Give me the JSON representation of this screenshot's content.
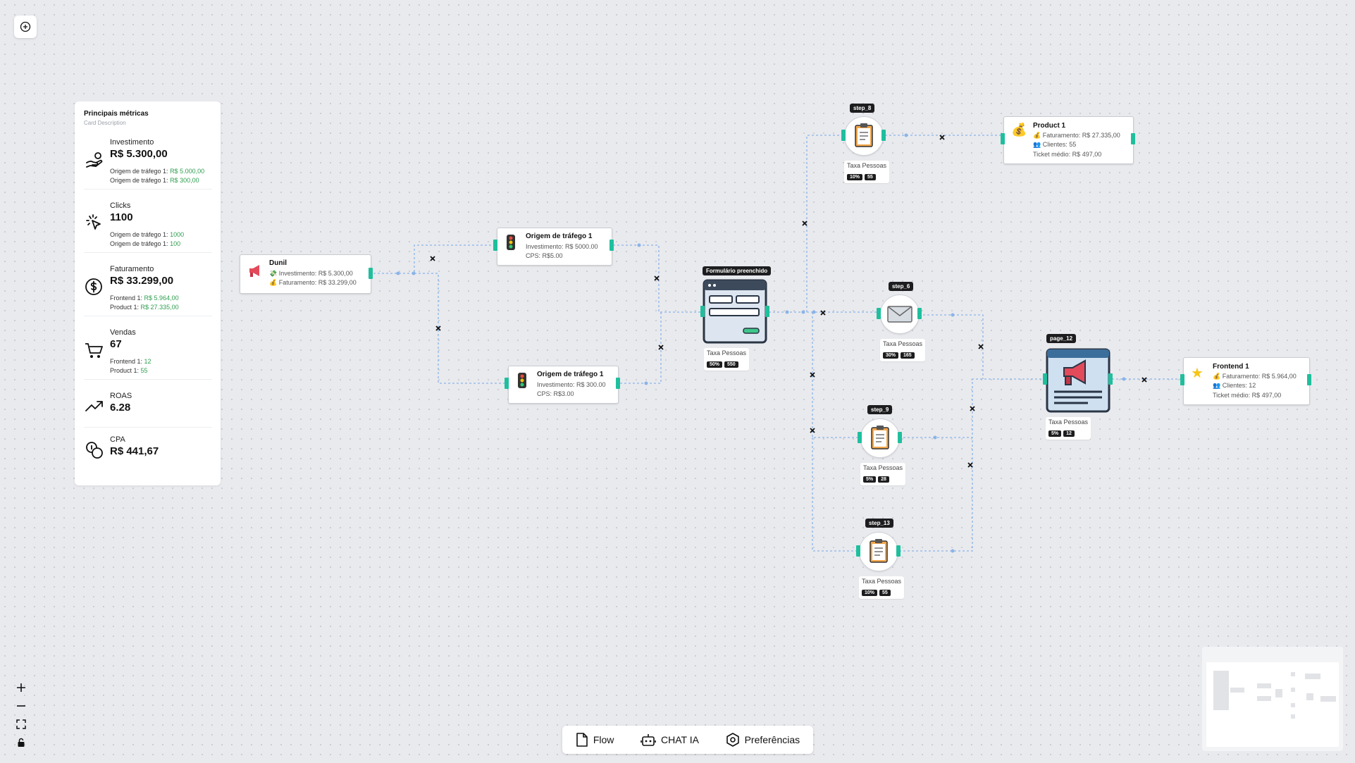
{
  "metrics": {
    "title": "Principais métricas",
    "description": "Card Description",
    "items": [
      {
        "label": "Investimento",
        "value": "R$ 5.300,00",
        "subs": [
          {
            "name": "Origem de tráfego 1:",
            "val": "R$ 5.000,00"
          },
          {
            "name": "Origem de tráfego 1:",
            "val": "R$ 300,00"
          }
        ]
      },
      {
        "label": "Clicks",
        "value": "1100",
        "subs": [
          {
            "name": "Origem de tráfego 1:",
            "val": "1000"
          },
          {
            "name": "Origem de tráfego 1:",
            "val": "100"
          }
        ]
      },
      {
        "label": "Faturamento",
        "value": "R$ 33.299,00",
        "subs": [
          {
            "name": "Frontend 1:",
            "val": "R$ 5.964,00"
          },
          {
            "name": "Product 1:",
            "val": "R$ 27.335,00"
          }
        ]
      },
      {
        "label": "Vendas",
        "value": "67",
        "subs": [
          {
            "name": "Frontend 1:",
            "val": "12"
          },
          {
            "name": "Product 1:",
            "val": "55"
          }
        ]
      },
      {
        "label": "ROAS",
        "value": "6.28",
        "subs": []
      },
      {
        "label": "CPA",
        "value": "R$ 441,67",
        "subs": []
      }
    ]
  },
  "nodes": {
    "funil": {
      "title": "Dunil",
      "line1": "Investimento: R$ 5.300,00",
      "line2": "Faturamento: R$ 33.299,00"
    },
    "traffic1": {
      "title": "Origem de tráfego 1",
      "line1": "Investimento: R$ 5000.00",
      "line2": "CPS: R$5.00"
    },
    "traffic2": {
      "title": "Origem de tráfego 1",
      "line1": "Investimento: R$ 300.00",
      "line2": "CPS: R$3.00"
    },
    "form": {
      "badge": "Formulário preenchido",
      "hdr": "Taxa  Pessoas",
      "rate": "50%",
      "people": "550"
    },
    "step8": {
      "badge": "step_8",
      "hdr": "Taxa  Pessoas",
      "rate": "10%",
      "people": "55"
    },
    "step6": {
      "badge": "step_6",
      "hdr": "Taxa  Pessoas",
      "rate": "30%",
      "people": "165"
    },
    "step9": {
      "badge": "step_9",
      "hdr": "Taxa Pessoas",
      "rate": "5%",
      "people": "28"
    },
    "step13": {
      "badge": "step_13",
      "hdr": "Taxa Pessoas",
      "rate": "10%",
      "people": "55"
    },
    "page12": {
      "badge": "page_12",
      "hdr": "Taxa Pessoas",
      "rate": "5%",
      "people": "12"
    },
    "product1": {
      "title": "Product 1",
      "line1": "Faturamento: R$ 27.335,00",
      "line2": "Clientes: 55",
      "line3": "Ticket médio: R$ 497,00"
    },
    "frontend1": {
      "title": "Frontend 1",
      "line1": "Faturamento: R$ 5.964,00",
      "line2": "Clientes: 12",
      "line3": "Ticket médio: R$ 497,00"
    }
  },
  "toolbar": {
    "flow": "Flow",
    "chat": "CHAT IA",
    "prefs": "Preferências"
  },
  "colors": {
    "handle": "#1fbf9d",
    "edge": "#8ab4e8",
    "badge": "#1d1d1f",
    "green": "#2e9e4f"
  }
}
